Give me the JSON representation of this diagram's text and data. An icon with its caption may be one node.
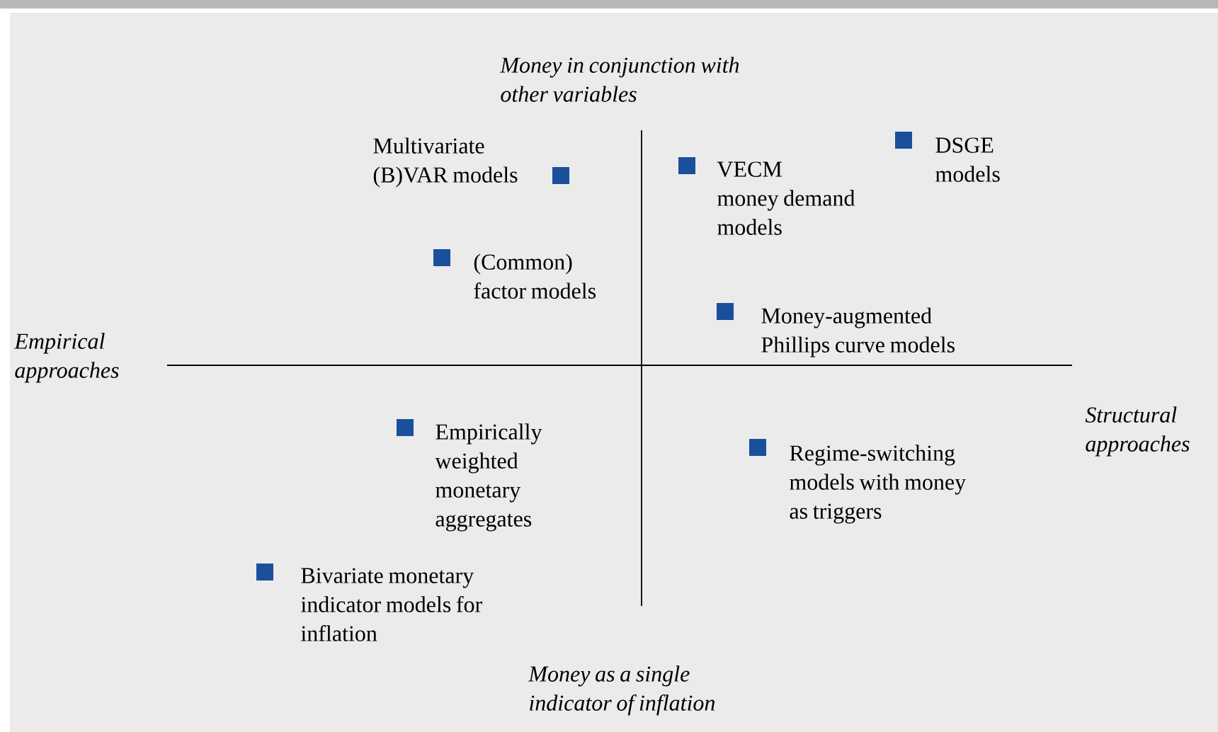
{
  "diagram": {
    "labels": [
      "Money in conjunction with other variables",
      "Multivariate (B)VAR models",
      "VECM money demand models",
      "DSGE models",
      "(Common) factor models",
      "Empirical approaches",
      "Money-augmented Phillips curve models",
      "Structural approaches",
      "Empirically weighted monetary aggregates",
      "Regime-switching models with money as triggers",
      "Bivariate monetary indicator models for inflation",
      "Money as a single indicator of inflation"
    ]
  }
}
